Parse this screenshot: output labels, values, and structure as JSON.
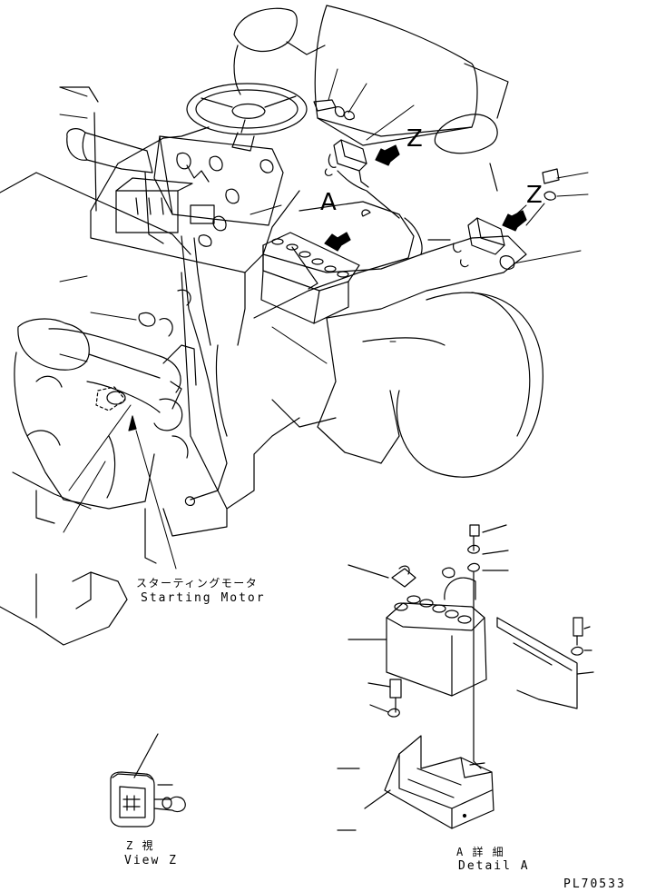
{
  "callouts": {
    "view_z_1": "Z",
    "view_z_2": "Z",
    "detail_a": "A"
  },
  "starting_motor": {
    "jp": "スターティングモータ",
    "en": "Starting Motor"
  },
  "view_z": {
    "jp": "Z  視",
    "en": "View Z"
  },
  "detail_a": {
    "jp": "A 詳 細",
    "en": "Detail A"
  },
  "drawing_number": "PL70533",
  "colors": {
    "line": "#000000",
    "background": "#ffffff"
  }
}
